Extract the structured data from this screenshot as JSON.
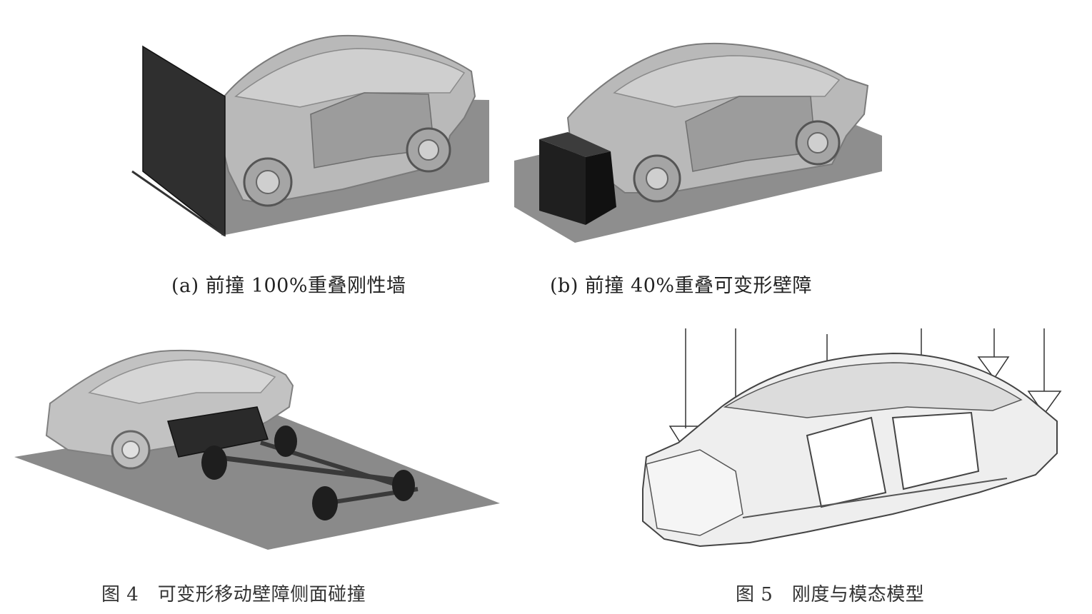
{
  "subfigures": [
    {
      "id": "a",
      "caption": "(a)  前撞 100%重叠刚性墙"
    },
    {
      "id": "b",
      "caption": "(b)  前撞 40%重叠可变形壁障"
    }
  ],
  "figures": [
    {
      "id": "fig4",
      "caption": "图 4　可变形移动壁障侧面碰撞"
    },
    {
      "id": "fig5",
      "caption": "图 5　刚度与模态模型"
    }
  ]
}
